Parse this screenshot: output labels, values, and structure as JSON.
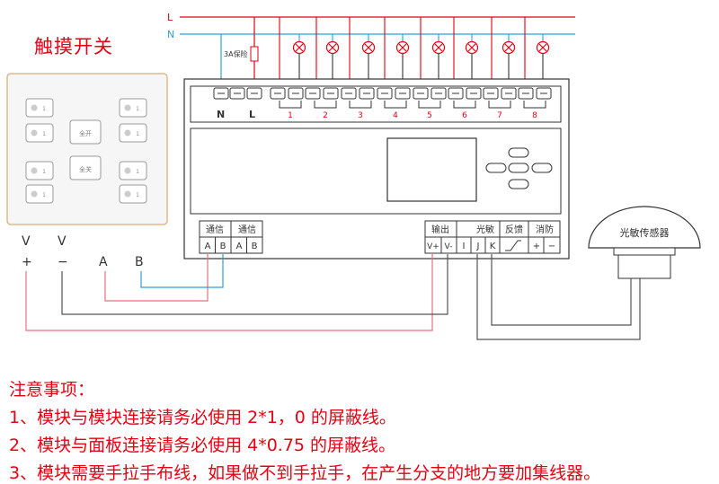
{
  "bus": {
    "L": "L",
    "N": "N"
  },
  "panel": {
    "title": "触摸开关",
    "small_key_label": "1",
    "key_all_on": "全开",
    "key_all_off": "全关"
  },
  "fuse_label": "3A保险",
  "terminal_labels": [
    "N",
    "L"
  ],
  "channel_numbers": [
    "1",
    "2",
    "3",
    "4",
    "5",
    "6",
    "7",
    "8"
  ],
  "header_labels": [
    "通信",
    "通信",
    "输出",
    "光敏",
    "反馈",
    "消防"
  ],
  "pin_labels": [
    "A",
    "B",
    "A",
    "B",
    "V+",
    "V-",
    "I",
    "J",
    "K",
    "+",
    "−"
  ],
  "supply_labels": {
    "v1": "V",
    "v2": "V",
    "plus": "+",
    "minus": "−",
    "a": "A",
    "b": "B"
  },
  "sensor_label": "光敏传感器",
  "notes": {
    "title": "注意事项：",
    "line1": "1、模块与模块连接请务必使用 2*1，0 的屏蔽线。",
    "line2": "2、模块与面板连接请务必使用 4*0.75 的屏蔽线。",
    "line3": "3、模块需要手拉手布线，如果做不到手拉手，在产生分支的地方要加集线器。"
  },
  "colors": {
    "red": "#e60012",
    "blue": "#2f9fd8",
    "wire": "#555555",
    "line": "#333333"
  }
}
